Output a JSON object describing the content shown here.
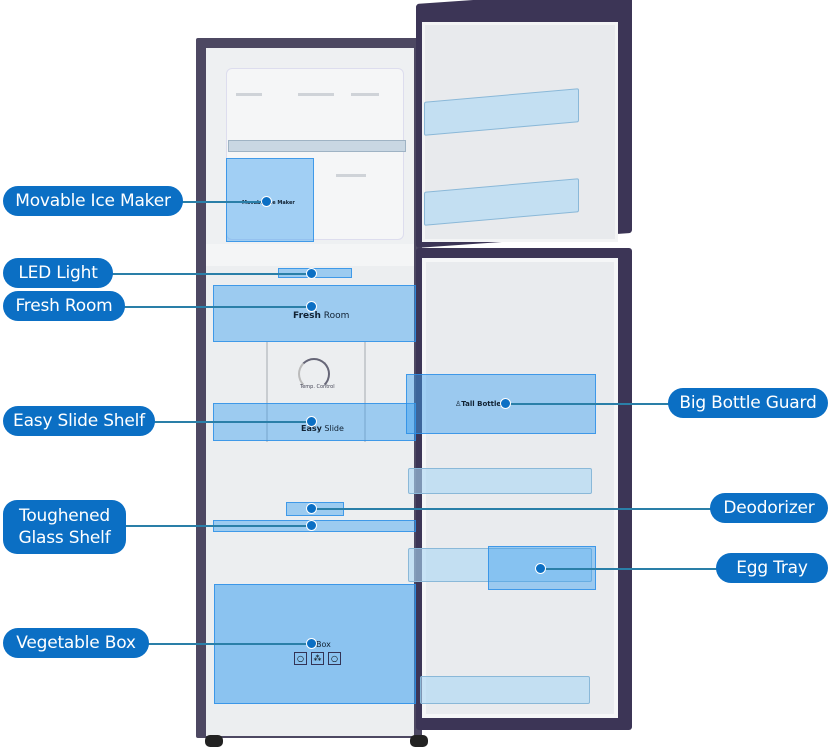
{
  "diagram": {
    "subject": "Double door refrigerator feature callouts",
    "callouts_left": [
      {
        "id": "movable-ice-maker",
        "label": "Movable Ice Maker"
      },
      {
        "id": "led-light",
        "label": "LED Light"
      },
      {
        "id": "fresh-room",
        "label": "Fresh Room"
      },
      {
        "id": "easy-slide-shelf",
        "label": "Easy Slide Shelf"
      },
      {
        "id": "toughened-glass-shelf",
        "label": "Toughened\nGlass Shelf"
      },
      {
        "id": "vegetable-box",
        "label": "Vegetable Box"
      }
    ],
    "callouts_right": [
      {
        "id": "big-bottle-guard",
        "label": "Big Bottle Guard"
      },
      {
        "id": "deodorizer",
        "label": "Deodorizer"
      },
      {
        "id": "egg-tray",
        "label": "Egg Tray"
      }
    ],
    "part_texts": {
      "ice_maker": "Movable Ice Maker",
      "fresh_room_bold": "Fresh",
      "fresh_room_rest": " Room",
      "easy_slide_bold": "Easy",
      "easy_slide_rest": " Slide",
      "tall_bottle": "Tall Bottle G",
      "box": "Box",
      "temp_control": "Temp. Control"
    },
    "colors": {
      "callout_fill": "#0b6fc4",
      "leader_line": "#2a7fa8",
      "body": "#4a4560",
      "highlight": "#3ca0f0"
    }
  }
}
